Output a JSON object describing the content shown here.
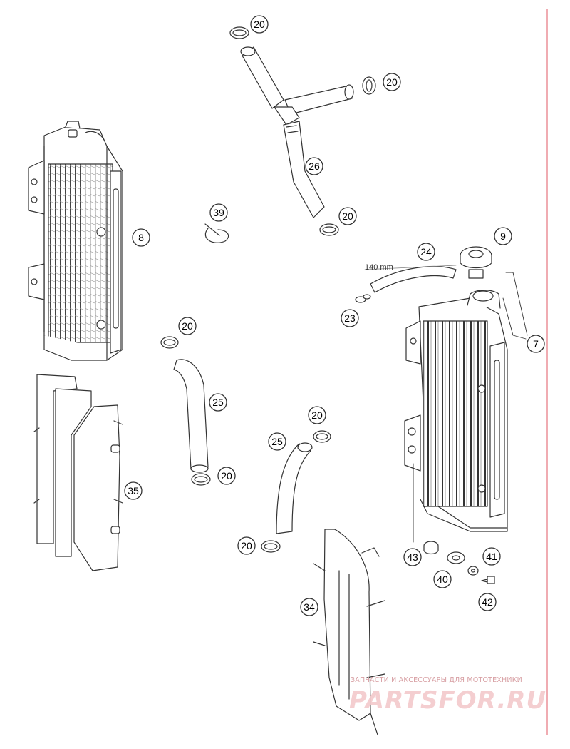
{
  "diagram": {
    "part_labels": [
      {
        "id": "p20a",
        "text": "20"
      },
      {
        "id": "p20b",
        "text": "20"
      },
      {
        "id": "p26",
        "text": "26"
      },
      {
        "id": "p20c",
        "text": "20"
      },
      {
        "id": "p8",
        "text": "8"
      },
      {
        "id": "p39",
        "text": "39"
      },
      {
        "id": "p9",
        "text": "9"
      },
      {
        "id": "p24",
        "text": "24"
      },
      {
        "id": "p23",
        "text": "23"
      },
      {
        "id": "p7",
        "text": "7"
      },
      {
        "id": "p20d",
        "text": "20"
      },
      {
        "id": "p25a",
        "text": "25"
      },
      {
        "id": "p20e",
        "text": "20"
      },
      {
        "id": "p35",
        "text": "35"
      },
      {
        "id": "p20f",
        "text": "20"
      },
      {
        "id": "p25b",
        "text": "25"
      },
      {
        "id": "p20g",
        "text": "20"
      },
      {
        "id": "p43",
        "text": "43"
      },
      {
        "id": "p41",
        "text": "41"
      },
      {
        "id": "p40",
        "text": "40"
      },
      {
        "id": "p42",
        "text": "42"
      },
      {
        "id": "p34",
        "text": "34"
      }
    ],
    "hose_length_note": "140 mm"
  },
  "watermark": {
    "tagline": "ЗАПЧАСТИ И АКСЕССУАРЫ ДЛЯ МОТОТЕХНИКИ",
    "brand": "PARTSFOR.RU"
  },
  "colors": {
    "line": "#333333",
    "border_right": "#e05a66",
    "watermark": "#f3c9cc"
  }
}
